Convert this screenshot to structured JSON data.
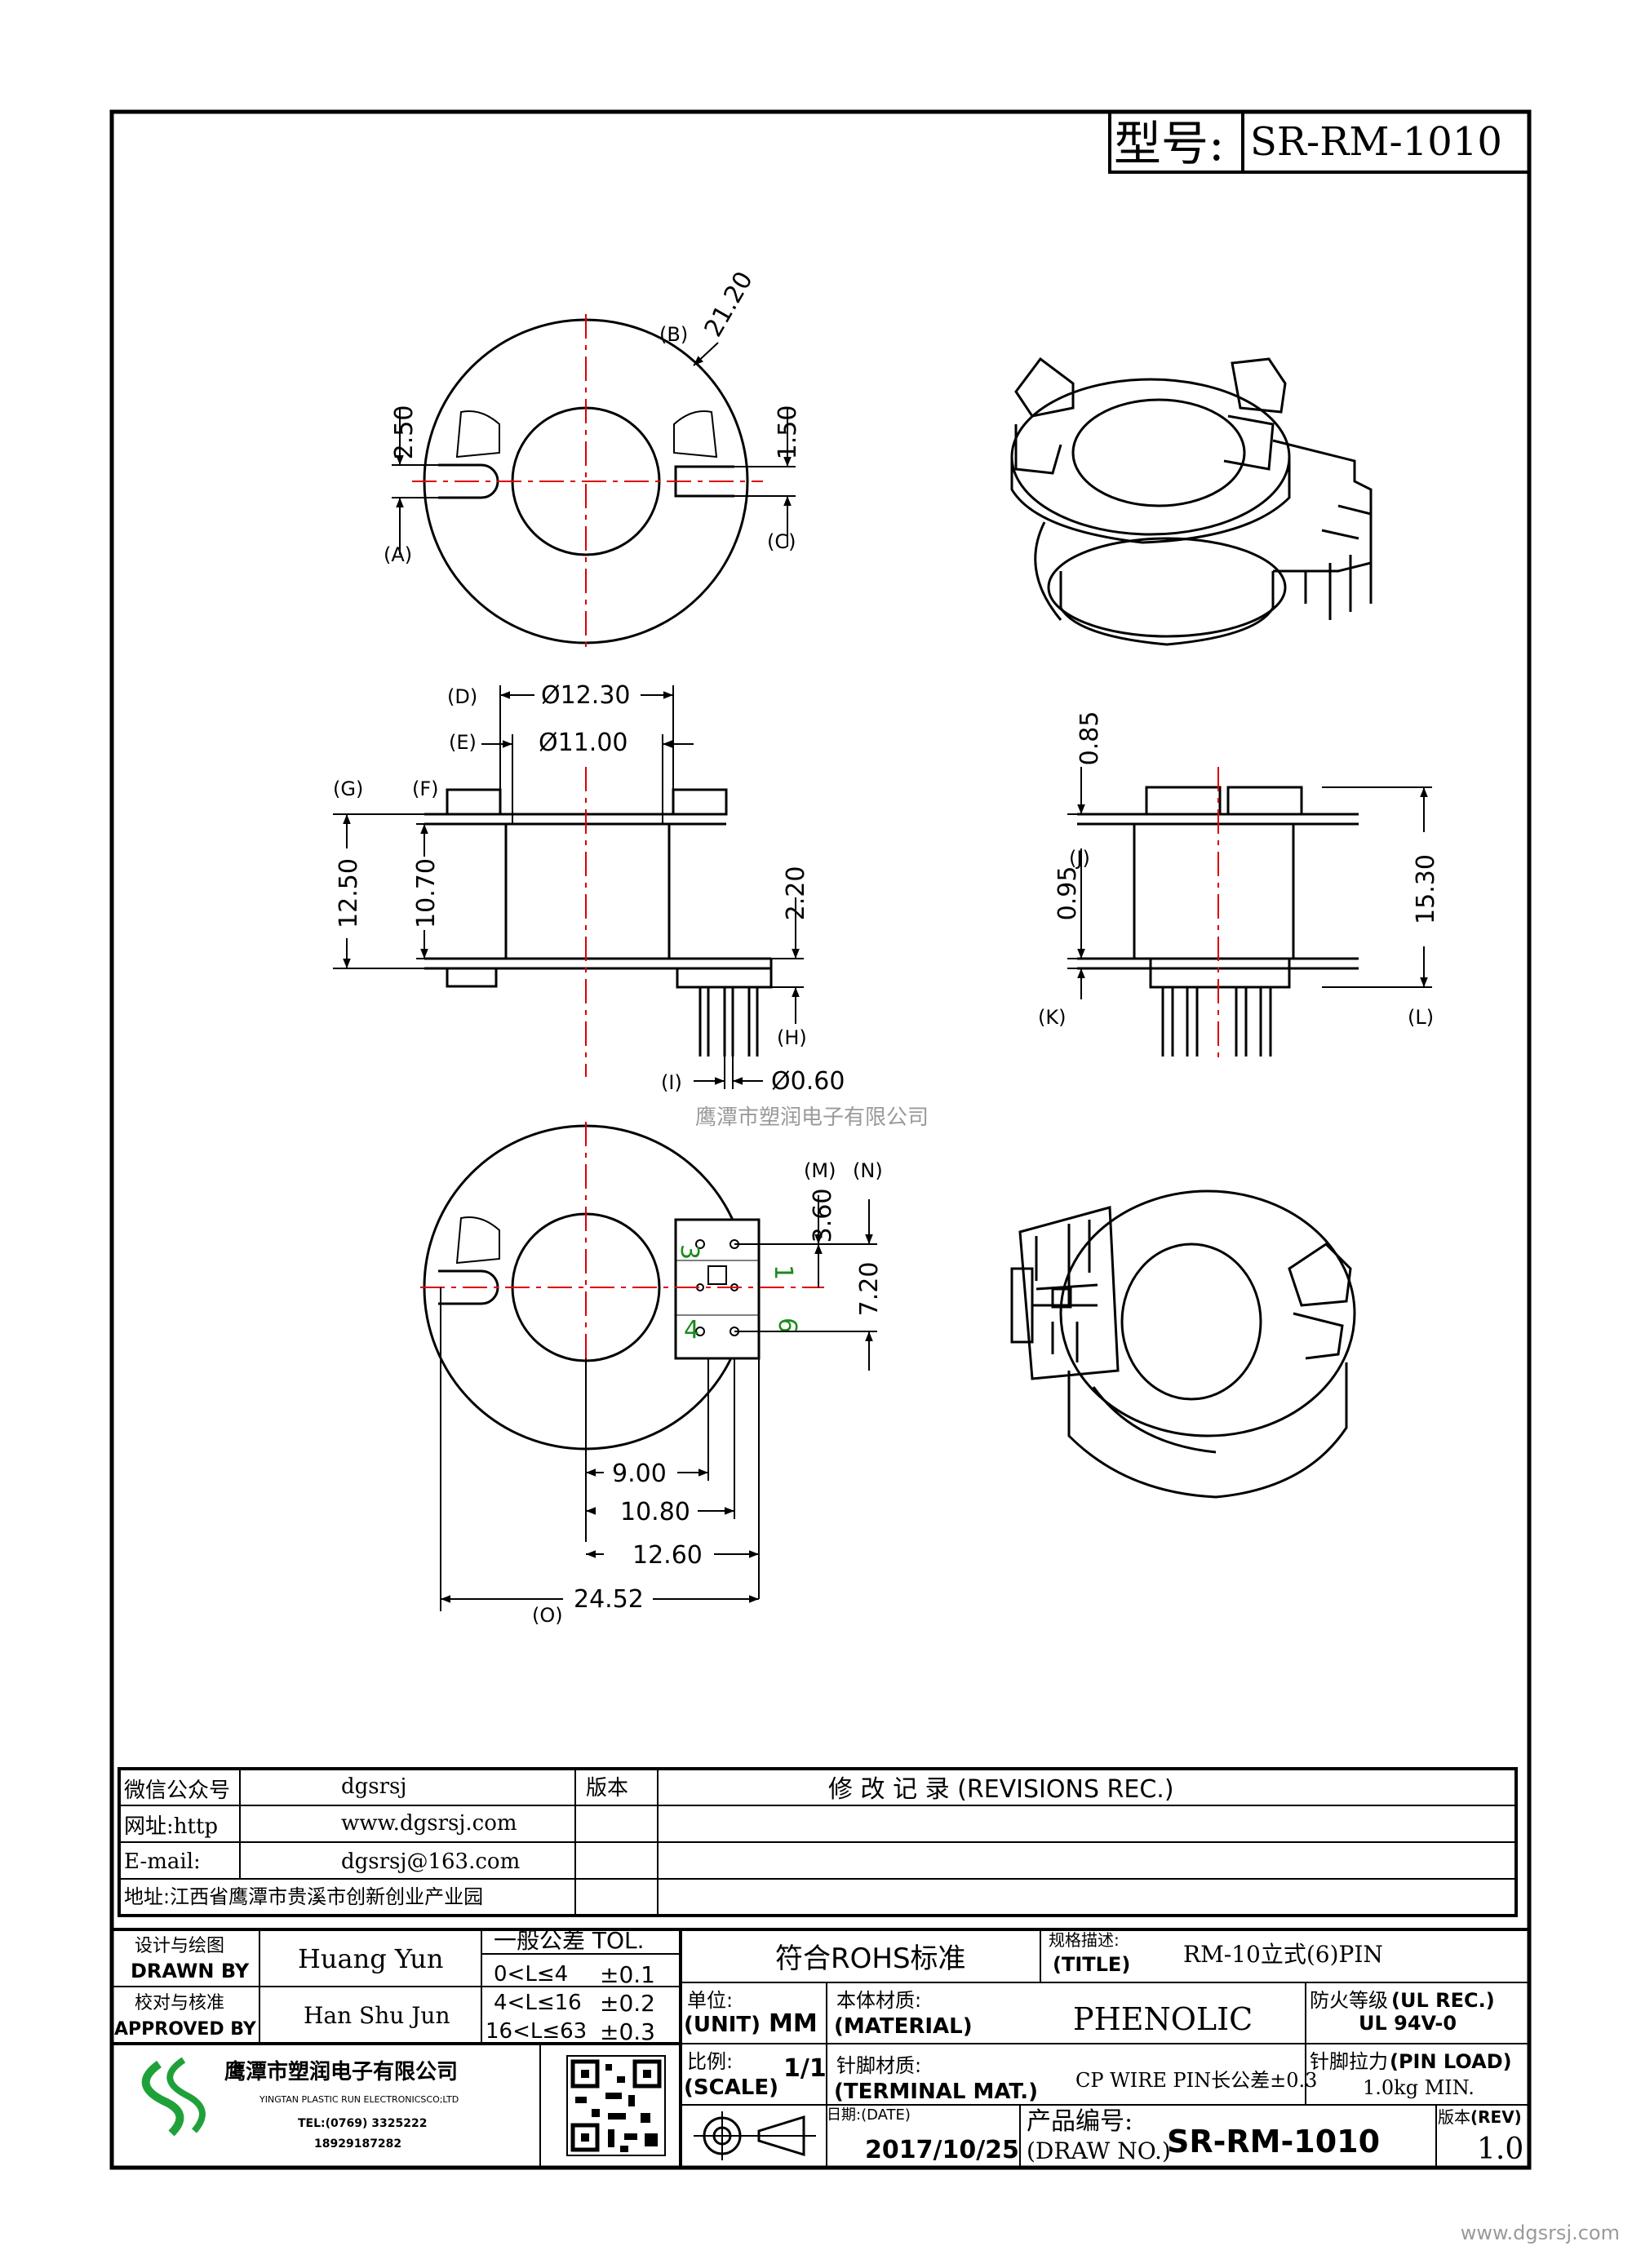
{
  "header": {
    "model_label": "型号:",
    "model_value": "SR-RM-1010"
  },
  "dimensions": {
    "d_21_20": "21.20",
    "d_2_50": "2.50",
    "d_1_50": "1.50",
    "d_12_30": "Ø12.30",
    "d_11_00": "Ø11.00",
    "d_12_50": "12.50",
    "d_10_70": "10.70",
    "d_2_20": "2.20",
    "d_0_60": "Ø0.60",
    "d_0_85": "0.85",
    "d_0_95": "0.95",
    "d_15_30": "15.30",
    "d_3_60": "3.60",
    "d_7_20": "7.20",
    "d_9_00": "9.00",
    "d_10_80": "10.80",
    "d_12_60": "12.60",
    "d_24_52": "24.52"
  },
  "labels": {
    "A": "(A)",
    "B": "(B)",
    "C": "(C)",
    "D": "(D)",
    "E": "(E)",
    "F": "(F)",
    "G": "(G)",
    "H": "(H)",
    "I": "(I)",
    "J": "(J)",
    "K": "(K)",
    "L": "(L)",
    "M": "(M)",
    "N": "(N)",
    "O": "(O)"
  },
  "pins": {
    "p1": "1",
    "p3": "3",
    "p4": "4",
    "p6": "6"
  },
  "watermark_center": "鹰潭市塑润电子有限公司",
  "watermark_bottom": "www.dgsrsj.com",
  "info": {
    "wechat_label": "微信公众号",
    "wechat_value": "dgsrsj",
    "web_label": "网址:http",
    "web_value": "www.dgsrsj.com",
    "email_label": "E-mail:",
    "email_value": "dgsrsj@163.com",
    "address": "地址:江西省鹰潭市贵溪市创新创业产业园",
    "version_label": "版本",
    "revisions_label": "修 改 记 录  (REVISIONS REC.)"
  },
  "title_block": {
    "drawn_cn": "设计与绘图",
    "drawn_en": "DRAWN BY",
    "drawn_value": "Huang Yun",
    "approved_cn": "校对与核准",
    "approved_en": "APPROVED BY",
    "approved_value": "Han Shu Jun",
    "tol_title": "一般公差 TOL.",
    "tol_rows": [
      {
        "range": "0<L≤4",
        "value": "±0.1"
      },
      {
        "range": "4<L≤16",
        "value": "±0.2"
      },
      {
        "range": "16<L≤63",
        "value": "±0.3"
      }
    ],
    "rohs": "符合ROHS标准",
    "spec_cn": "规格描述:",
    "spec_en": "(TITLE)",
    "spec_value": "RM-10立式(6)PIN",
    "unit_cn": "单位:",
    "unit_en": "(UNIT)",
    "unit_value": "MM",
    "material_cn": "本体材质:",
    "material_en": "(MATERIAL)",
    "material_value": "PHENOLIC",
    "fire_cn": "防火等级",
    "fire_en": "(UL REC.)",
    "fire_value": "UL 94V-0",
    "scale_cn": "比例:",
    "scale_en": "(SCALE)",
    "scale_value": "1/1",
    "terminal_cn": "针脚材质:",
    "terminal_en": "(TERMINAL MAT.)",
    "terminal_value": "CP WIRE  PIN长公差±0.3",
    "pinload_cn": "针脚拉力",
    "pinload_en": "(PIN LOAD)",
    "pinload_value": "1.0kg MIN.",
    "company_cn": "鹰潭市塑润电子有限公司",
    "company_en": "YINGTAN PLASTIC RUN ELECTRONICSCO;LTD",
    "tel": "TEL:(0769) 3325222",
    "mobile": "18929187282",
    "date_cn": "日期:(DATE)",
    "date_value": "2017/10/25",
    "drawno_cn": "产品编号:",
    "drawno_en": "(DRAW NO.)",
    "drawno_value": "SR-RM-1010",
    "rev_cn": "版本",
    "rev_en": "(REV)",
    "rev_value": "1.0"
  }
}
